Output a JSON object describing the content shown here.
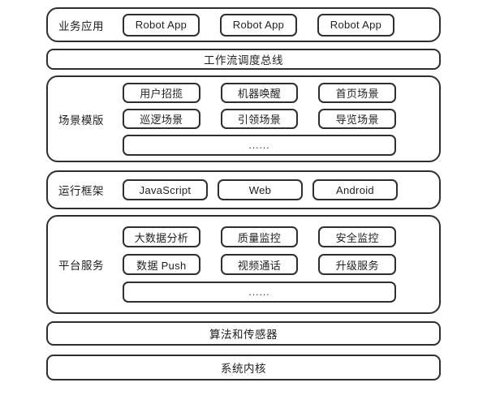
{
  "layers": {
    "business": {
      "label": "业务应用",
      "apps": [
        "Robot App",
        "Robot App",
        "Robot App"
      ]
    },
    "workflow_bus": {
      "label": "工作流调度总线"
    },
    "scene_templates": {
      "label": "场景模版",
      "row1": [
        "用户招揽",
        "机器唤醒",
        "首页场景"
      ],
      "row2": [
        "巡逻场景",
        "引领场景",
        "导览场景"
      ],
      "more": "......"
    },
    "runtime_framework": {
      "label": "运行框架",
      "items": [
        "JavaScript",
        "Web",
        "Android"
      ]
    },
    "platform_services": {
      "label": "平台服务",
      "row1": [
        "大数据分析",
        "质量监控",
        "安全监控"
      ],
      "row2": [
        "数据 Push",
        "视频通话",
        "升级服务"
      ],
      "more": "......"
    },
    "algorithms_sensors": {
      "label": "算法和传感器"
    },
    "system_kernel": {
      "label": "系统内核"
    }
  },
  "colors": {
    "border": "#2f2f2f",
    "text": "#1f1f1f",
    "background": "#ffffff"
  }
}
